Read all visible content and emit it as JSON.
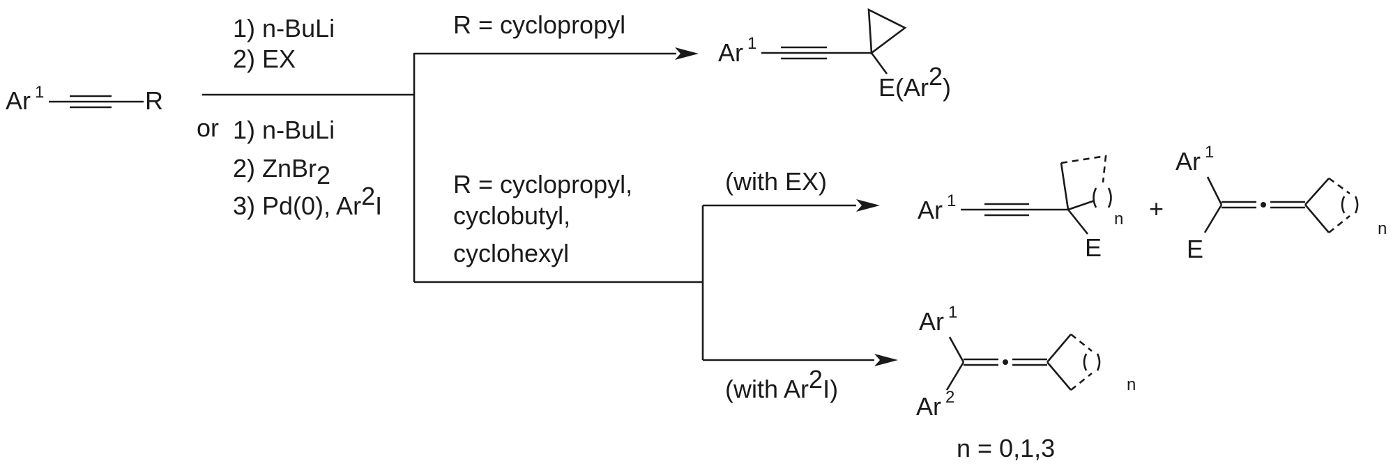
{
  "start": {
    "ar": "Ar",
    "ar_sup": "1",
    "r": "R"
  },
  "conditions": {
    "step1_num": "1)",
    "step1_nbuli_n": "n",
    "step1_nbuli_rest": "-BuLi",
    "step2": "2) EX",
    "or_word": "or",
    "alt1_num": "1)",
    "alt1_n": "n",
    "alt1_rest": "-BuLi",
    "alt2_a": "2) ZnBr",
    "alt2_sub": "2",
    "alt3_a": "3) Pd(0), Ar",
    "alt3_sup": "2",
    "alt3_b": "I"
  },
  "branch_top": {
    "label": "R = cyclopropyl",
    "product_ar": "Ar",
    "product_ar_sup": "1",
    "product_e_a": "E(Ar",
    "product_e_sup": "2",
    "product_e_b": ")"
  },
  "branch_bottom": {
    "label_line1": "R = cyclopropyl,",
    "label_line2": "cyclobutyl,",
    "label_line3": "cyclohexyl",
    "with_ex": "(with EX)",
    "with_ar2i_a": "(with Ar",
    "with_ar2i_sup": "2",
    "with_ar2i_b": "I)"
  },
  "products_ex": {
    "alkyne_ar": "Ar",
    "alkyne_ar_sup": "1",
    "alkyne_e": "E",
    "n_sub": "n",
    "plus": "+",
    "allene_ar": "Ar",
    "allene_ar_sup": "1",
    "allene_e": "E",
    "allene_n": "n"
  },
  "products_ar2i": {
    "ar1": "Ar",
    "ar1_sup": "1",
    "ar2": "Ar",
    "ar2_sup": "2",
    "n_sub": "n",
    "n_values": "n = 0,1,3"
  }
}
